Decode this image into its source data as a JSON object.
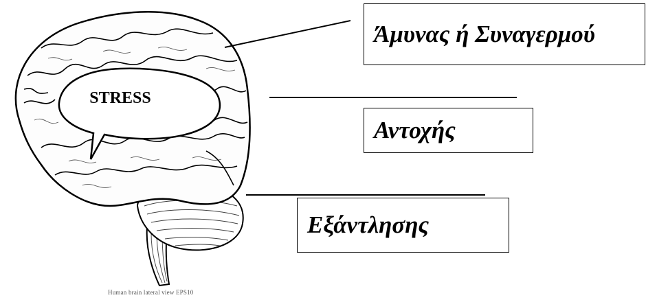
{
  "bubble": {
    "label": "STRESS"
  },
  "stages": {
    "alarm": "Άμυνας ή Συναγερμού",
    "resistance": "Αντοχής",
    "exhaustion": "Εξάντλησης"
  },
  "image_caption": "Human brain lateral view EPS10",
  "colors": {
    "ink": "#000000",
    "paper": "#ffffff"
  }
}
